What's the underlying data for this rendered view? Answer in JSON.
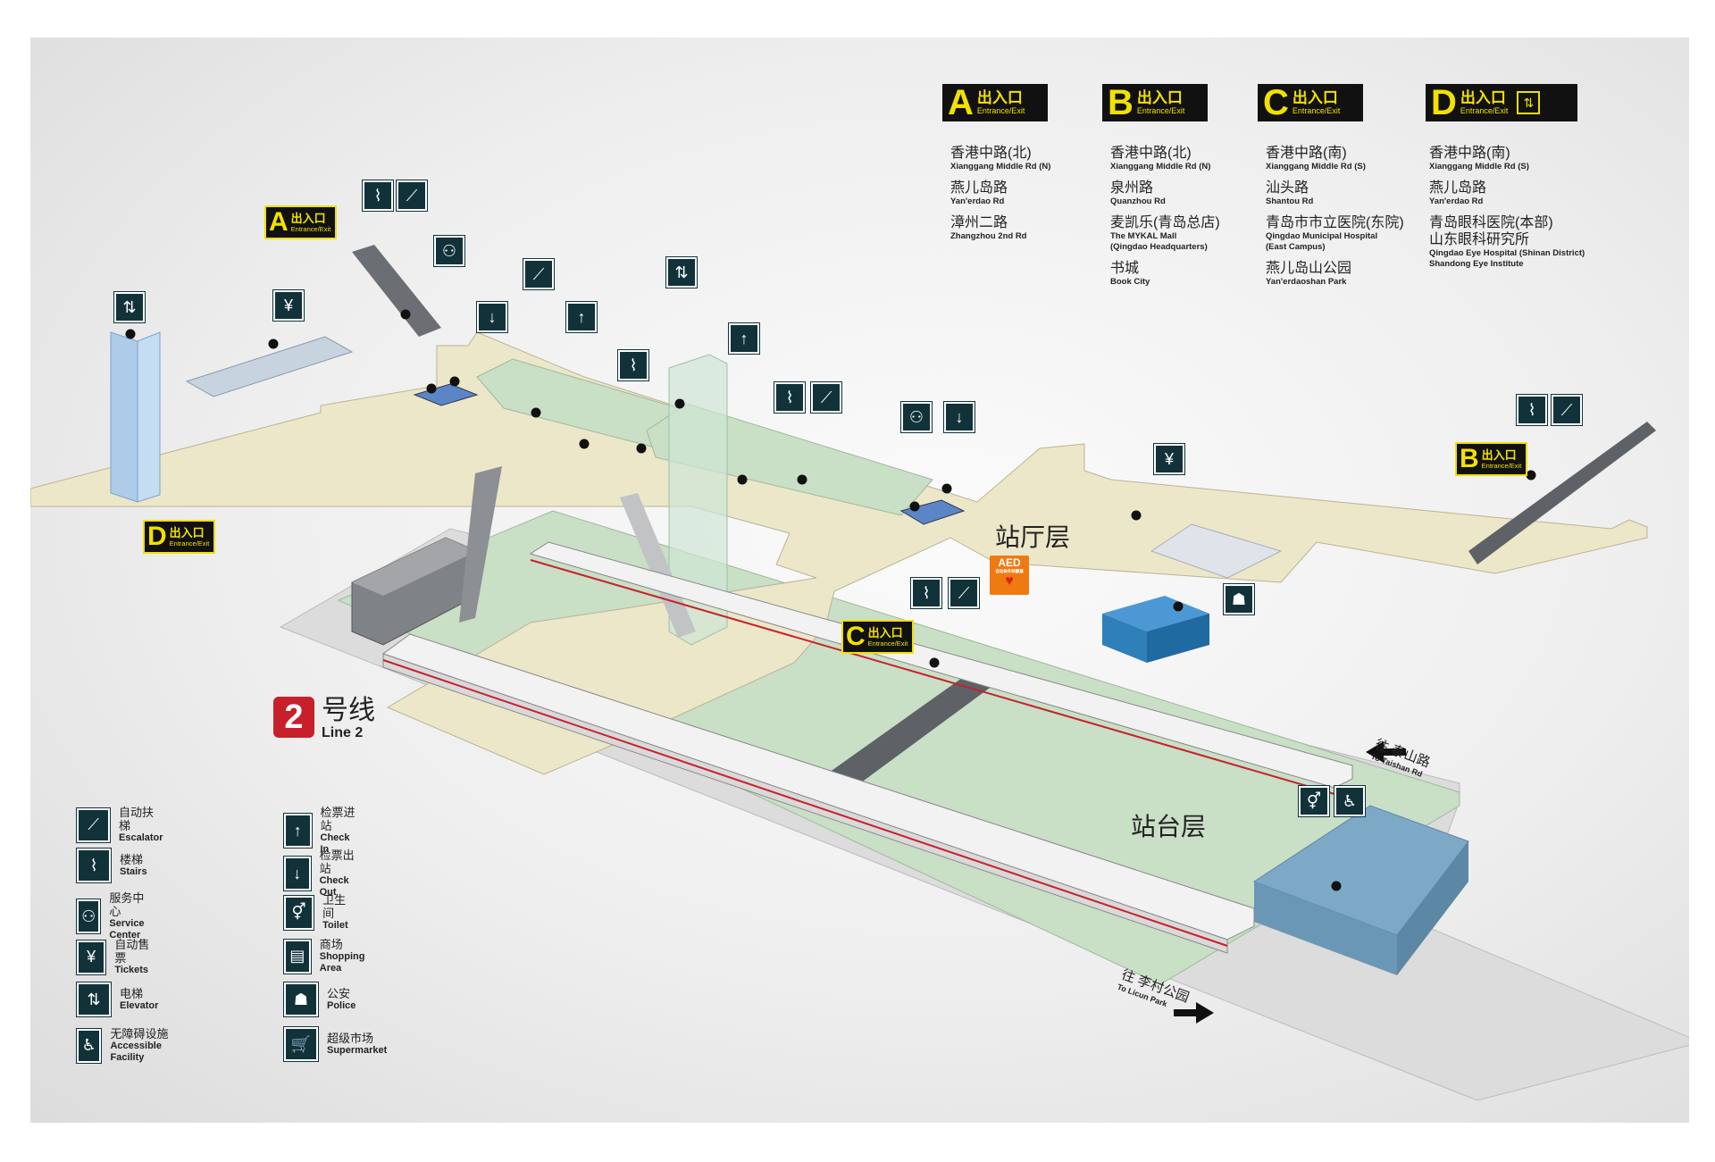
{
  "exits": [
    {
      "letter": "A",
      "cn": "出入口",
      "en": "Entrance/Exit",
      "destinations": [
        {
          "cn": "香港中路(北)",
          "en": "Xianggang Middle Rd (N)"
        },
        {
          "cn": "燕儿岛路",
          "en": "Yan'erdao Rd"
        },
        {
          "cn": "漳州二路",
          "en": "Zhangzhou 2nd Rd"
        }
      ]
    },
    {
      "letter": "B",
      "cn": "出入口",
      "en": "Entrance/Exit",
      "destinations": [
        {
          "cn": "香港中路(北)",
          "en": "Xianggang Middle Rd (N)"
        },
        {
          "cn": "泉州路",
          "en": "Quanzhou Rd"
        },
        {
          "cn": "麦凯乐(青岛总店)",
          "en": "The MYKAL Mall\n(Qingdao Headquarters)"
        },
        {
          "cn": "书城",
          "en": "Book City"
        }
      ]
    },
    {
      "letter": "C",
      "cn": "出入口",
      "en": "Entrance/Exit",
      "destinations": [
        {
          "cn": "香港中路(南)",
          "en": "Xianggang Middle Rd (S)"
        },
        {
          "cn": "汕头路",
          "en": "Shantou Rd"
        },
        {
          "cn": "青岛市市立医院(东院)",
          "en": "Qingdao Municipal Hospital\n(East Campus)"
        },
        {
          "cn": "燕儿岛山公园",
          "en": "Yan'erdaoshan Park"
        }
      ]
    },
    {
      "letter": "D",
      "cn": "出入口",
      "en": "Entrance/Exit",
      "elevator_icon": "elevator-icon",
      "destinations": [
        {
          "cn": "香港中路(南)",
          "en": "Xianggang Middle Rd (S)"
        },
        {
          "cn": "燕儿岛路",
          "en": "Yan'erdao Rd"
        },
        {
          "cn": "青岛眼科医院(本部)",
          "en": ""
        },
        {
          "cn": "山东眼科研究所",
          "en": "Qingdao Eye Hospital (Shinan District)\nShandong Eye Institute"
        }
      ]
    }
  ],
  "map_exits": {
    "A": {
      "letter": "A",
      "cn": "出入口",
      "en": "Entrance/Exit"
    },
    "B": {
      "letter": "B",
      "cn": "出入口",
      "en": "Entrance/Exit"
    },
    "C": {
      "letter": "C",
      "cn": "出入口",
      "en": "Entrance/Exit"
    },
    "D": {
      "letter": "D",
      "cn": "出入口",
      "en": "Entrance/Exit"
    }
  },
  "floors": {
    "concourse": "站厅层",
    "platform": "站台层"
  },
  "aed": {
    "title": "AED",
    "sub": "自动体外除颤器"
  },
  "line": {
    "number": "2",
    "cn": "号线",
    "en": "Line 2"
  },
  "directions": {
    "taishan": {
      "cn": "往 泰山路",
      "en": "To Taishan Rd"
    },
    "licun": {
      "cn": "往 李村公园",
      "en": "To Licun Park"
    }
  },
  "legend": {
    "left": [
      {
        "icon": "escalator-icon",
        "cn": "自动扶梯",
        "en": "Escalator"
      },
      {
        "icon": "stairs-icon",
        "cn": "楼梯",
        "en": "Stairs"
      },
      {
        "icon": "service-center-icon",
        "cn": "服务中心",
        "en": "Service Center"
      },
      {
        "icon": "ticket-icon",
        "cn": "自动售票",
        "en": "Tickets"
      },
      {
        "icon": "elevator-icon",
        "cn": "电梯",
        "en": "Elevator"
      },
      {
        "icon": "accessible-icon",
        "cn": "无障碍设施",
        "en": "Accessible Facility"
      }
    ],
    "right": [
      {
        "icon": "check-in-icon",
        "cn": "检票进站",
        "en": "Check In"
      },
      {
        "icon": "check-out-icon",
        "cn": "检票出站",
        "en": "Check Out"
      },
      {
        "icon": "toilet-icon",
        "cn": "卫生间",
        "en": "Toilet"
      },
      {
        "icon": "shopping-icon",
        "cn": "商场",
        "en": "Shopping Area"
      },
      {
        "icon": "police-icon",
        "cn": "公安",
        "en": "Police"
      },
      {
        "icon": "supermarket-icon",
        "cn": "超级市场",
        "en": "Supermarket"
      }
    ]
  },
  "colors": {
    "concourse": "#ece7c8",
    "platform": "#c9dfc6",
    "sign_bg": "#12323a",
    "exit_yellow": "#f2e000",
    "line_red": "#c8202b",
    "aed_orange": "#f07a12",
    "elevator_blue": "#aecbe9",
    "police_block": "#2f7fb8",
    "toilet_block": "#7ea9c6"
  }
}
